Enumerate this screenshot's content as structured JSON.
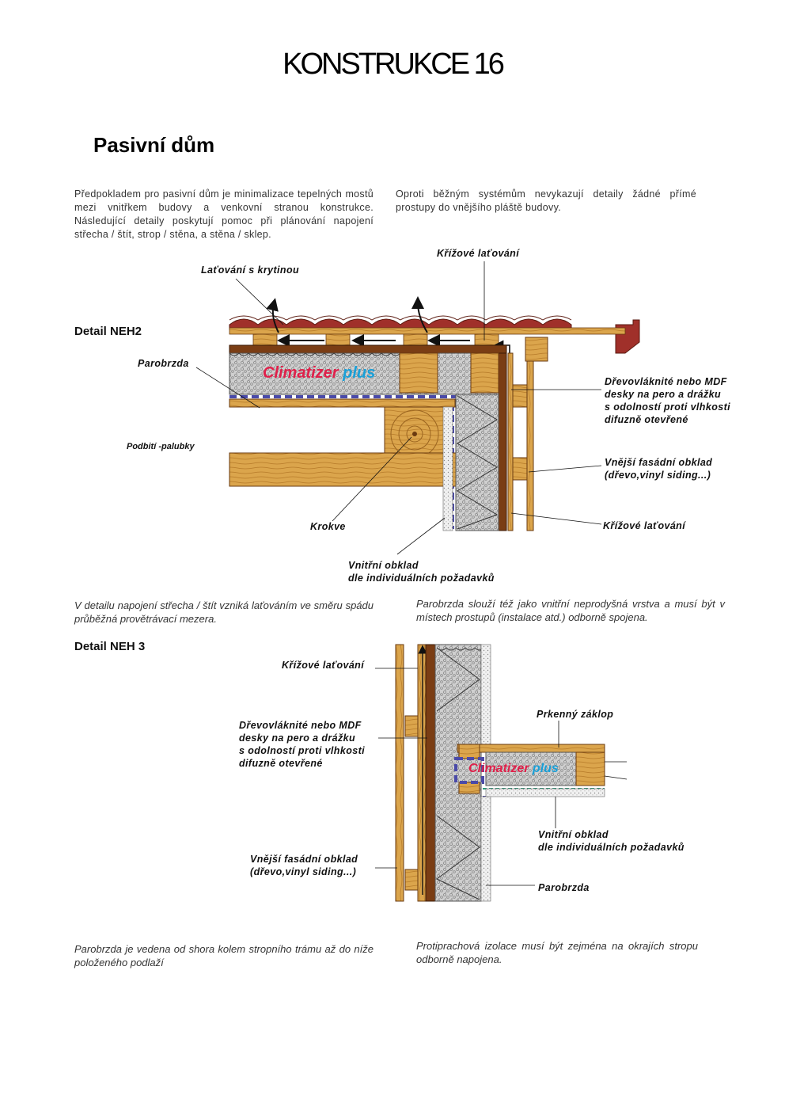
{
  "page": {
    "title": "KONSTRUKCE 16",
    "subtitle": "Pasivní dům",
    "intro_left": "Předpokladem pro pasivní dům je minimalizace tepelných mostů mezi vnitřkem budovy a venkovní stranou konstrukce. Následující detaily poskytují pomoc při plánování napojení střecha / štít, strop / stěna, a stěna / sklep.",
    "intro_right": "Oproti běžným systémům nevykazují detaily žádné přímé prostupy do vnějšího pláště budovy."
  },
  "detail1": {
    "heading": "Detail NEH2",
    "brand_a": "Climatizer",
    "brand_b": "plus",
    "labels": {
      "latovani_krytina": "Laťování s krytinou",
      "krizove_top": "Křížové laťování",
      "parobrzda": "Parobrzda",
      "podbiti": "Podbití -palubky",
      "drevovlaknite": [
        "Dřevovláknité nebo MDF",
        "desky na pero a drážku",
        "s odolností proti vlhkosti",
        "difuzně otevřené"
      ],
      "vnejsi": [
        "Vnější fasádní obklad",
        "(dřevo,vinyl siding...)"
      ],
      "krizove_bottom": "Křížové laťování",
      "krokve": "Krokve",
      "vnitrni": [
        "Vnitřní obklad",
        "dle individuálních požadavků"
      ]
    },
    "note_left": "V detailu napojení střecha / štít vzniká laťováním ve směru spádu průběžná provětrávací mezera.",
    "note_right": "Parobrzda slouží též jako vnitřní neprodyšná vrstva a musí být v místech prostupů (instalace atd.) odborně spojena."
  },
  "detail2": {
    "heading": "Detail NEH 3",
    "brand_a": "Climatizer",
    "brand_b": "plus",
    "labels": {
      "krizove": "Křížové laťování",
      "drevovlaknite": [
        "Dřevovláknité nebo MDF",
        "desky na pero a drážku",
        "s odolností proti vlhkosti",
        "difuzně otevřené"
      ],
      "vnejsi": [
        "Vnější fasádní obklad",
        "(dřevo,vinyl siding...)"
      ],
      "prkenny": "Prkenný záklop",
      "vnitrni": [
        "Vnitřní obklad",
        "dle individuálních požadavků"
      ],
      "parobrzda": "Parobrzda"
    },
    "note_left": "Parobrzda je vedena od shora kolem stropního trámu až do níže položeného podlaží",
    "note_right": "Protiprachová izolace musí být zejména na okrajích stropu odborně napojena."
  },
  "colors": {
    "wood": "#d9a24a",
    "wood_dark": "#8a5418",
    "brown_board": "#7a3d14",
    "roof_tile": "#a0302a",
    "insulation": "#c8c8c8",
    "vapour_barrier": "#4a4aa8",
    "brand_red": "#e0204a",
    "brand_blue": "#1aa0d8"
  }
}
